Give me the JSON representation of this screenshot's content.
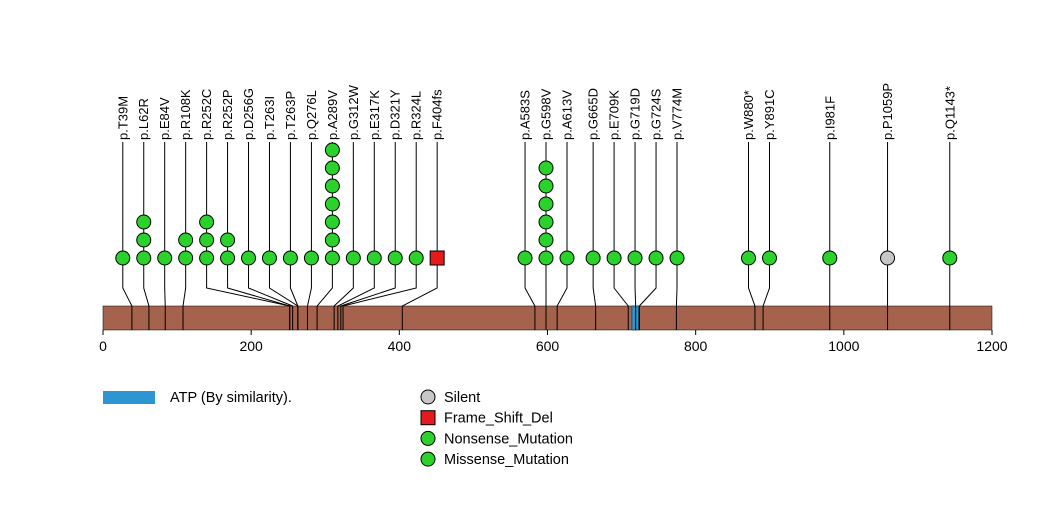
{
  "chart_data": {
    "type": "lollipop",
    "title": "",
    "gene_axis": {
      "min": 0,
      "max": 1200,
      "ticks": [
        0,
        200,
        400,
        600,
        800,
        1000,
        1200
      ]
    },
    "protein_bar_color": "#A5624D",
    "domains": [
      {
        "name": "ATP (By similarity).",
        "start": 714,
        "end": 723,
        "color": "#2E95D3"
      }
    ],
    "mutation_types": {
      "Silent": {
        "shape": "circle",
        "color": "#C7C7C7"
      },
      "Frame_Shift_Del": {
        "shape": "square",
        "color": "#E41A1C"
      },
      "Nonsense_Mutation": {
        "shape": "circle",
        "color": "#2BD22B"
      },
      "Missense_Mutation": {
        "shape": "circle",
        "color": "#2BD22B"
      }
    },
    "mutations": [
      {
        "label": "p.T39M",
        "position": 39,
        "count": 1,
        "type": "Missense_Mutation"
      },
      {
        "label": "p.L62R",
        "position": 62,
        "count": 3,
        "type": "Missense_Mutation"
      },
      {
        "label": "p.E84V",
        "position": 84,
        "count": 1,
        "type": "Missense_Mutation"
      },
      {
        "label": "p.R108K",
        "position": 108,
        "count": 2,
        "type": "Missense_Mutation"
      },
      {
        "label": "p.R252C",
        "position": 252,
        "count": 3,
        "type": "Missense_Mutation"
      },
      {
        "label": "p.R252P",
        "position": 252,
        "count": 2,
        "type": "Missense_Mutation"
      },
      {
        "label": "p.D256G",
        "position": 256,
        "count": 1,
        "type": "Missense_Mutation"
      },
      {
        "label": "p.T263I",
        "position": 263,
        "count": 1,
        "type": "Missense_Mutation"
      },
      {
        "label": "p.T263P",
        "position": 263,
        "count": 1,
        "type": "Missense_Mutation"
      },
      {
        "label": "p.Q276L",
        "position": 276,
        "count": 1,
        "type": "Missense_Mutation"
      },
      {
        "label": "p.A289V",
        "position": 289,
        "count": 7,
        "type": "Missense_Mutation"
      },
      {
        "label": "p.G312W",
        "position": 312,
        "count": 1,
        "type": "Missense_Mutation"
      },
      {
        "label": "p.E317K",
        "position": 317,
        "count": 1,
        "type": "Missense_Mutation"
      },
      {
        "label": "p.D321Y",
        "position": 321,
        "count": 1,
        "type": "Missense_Mutation"
      },
      {
        "label": "p.R324L",
        "position": 324,
        "count": 1,
        "type": "Missense_Mutation"
      },
      {
        "label": "p.F404fs",
        "position": 404,
        "count": 1,
        "type": "Frame_Shift_Del"
      },
      {
        "label": "p.A583S",
        "position": 583,
        "count": 1,
        "type": "Missense_Mutation"
      },
      {
        "label": "p.G598V",
        "position": 598,
        "count": 6,
        "type": "Missense_Mutation"
      },
      {
        "label": "p.A613V",
        "position": 613,
        "count": 1,
        "type": "Missense_Mutation"
      },
      {
        "label": "p.G665D",
        "position": 665,
        "count": 1,
        "type": "Missense_Mutation"
      },
      {
        "label": "p.E709K",
        "position": 709,
        "count": 1,
        "type": "Missense_Mutation"
      },
      {
        "label": "p.G719D",
        "position": 719,
        "count": 1,
        "type": "Missense_Mutation"
      },
      {
        "label": "p.G724S",
        "position": 724,
        "count": 1,
        "type": "Missense_Mutation"
      },
      {
        "label": "p.V774M",
        "position": 774,
        "count": 1,
        "type": "Missense_Mutation"
      },
      {
        "label": "p.W880*",
        "position": 880,
        "count": 1,
        "type": "Nonsense_Mutation"
      },
      {
        "label": "p.Y891C",
        "position": 891,
        "count": 1,
        "type": "Missense_Mutation"
      },
      {
        "label": "p.I981F",
        "position": 981,
        "count": 1,
        "type": "Missense_Mutation"
      },
      {
        "label": "p.P1059P",
        "position": 1059,
        "count": 1,
        "type": "Silent"
      },
      {
        "label": "p.Q1143*",
        "position": 1143,
        "count": 1,
        "type": "Nonsense_Mutation"
      }
    ],
    "legend": [
      {
        "label": "ATP (By similarity).",
        "swatch": "rect",
        "color": "#2E95D3"
      },
      {
        "label": "Silent",
        "swatch": "circle",
        "color": "#C7C7C7"
      },
      {
        "label": "Frame_Shift_Del",
        "swatch": "square",
        "color": "#E41A1C"
      },
      {
        "label": "Nonsense_Mutation",
        "swatch": "circle",
        "color": "#2BD22B"
      },
      {
        "label": "Missense_Mutation",
        "swatch": "circle",
        "color": "#2BD22B"
      }
    ]
  }
}
